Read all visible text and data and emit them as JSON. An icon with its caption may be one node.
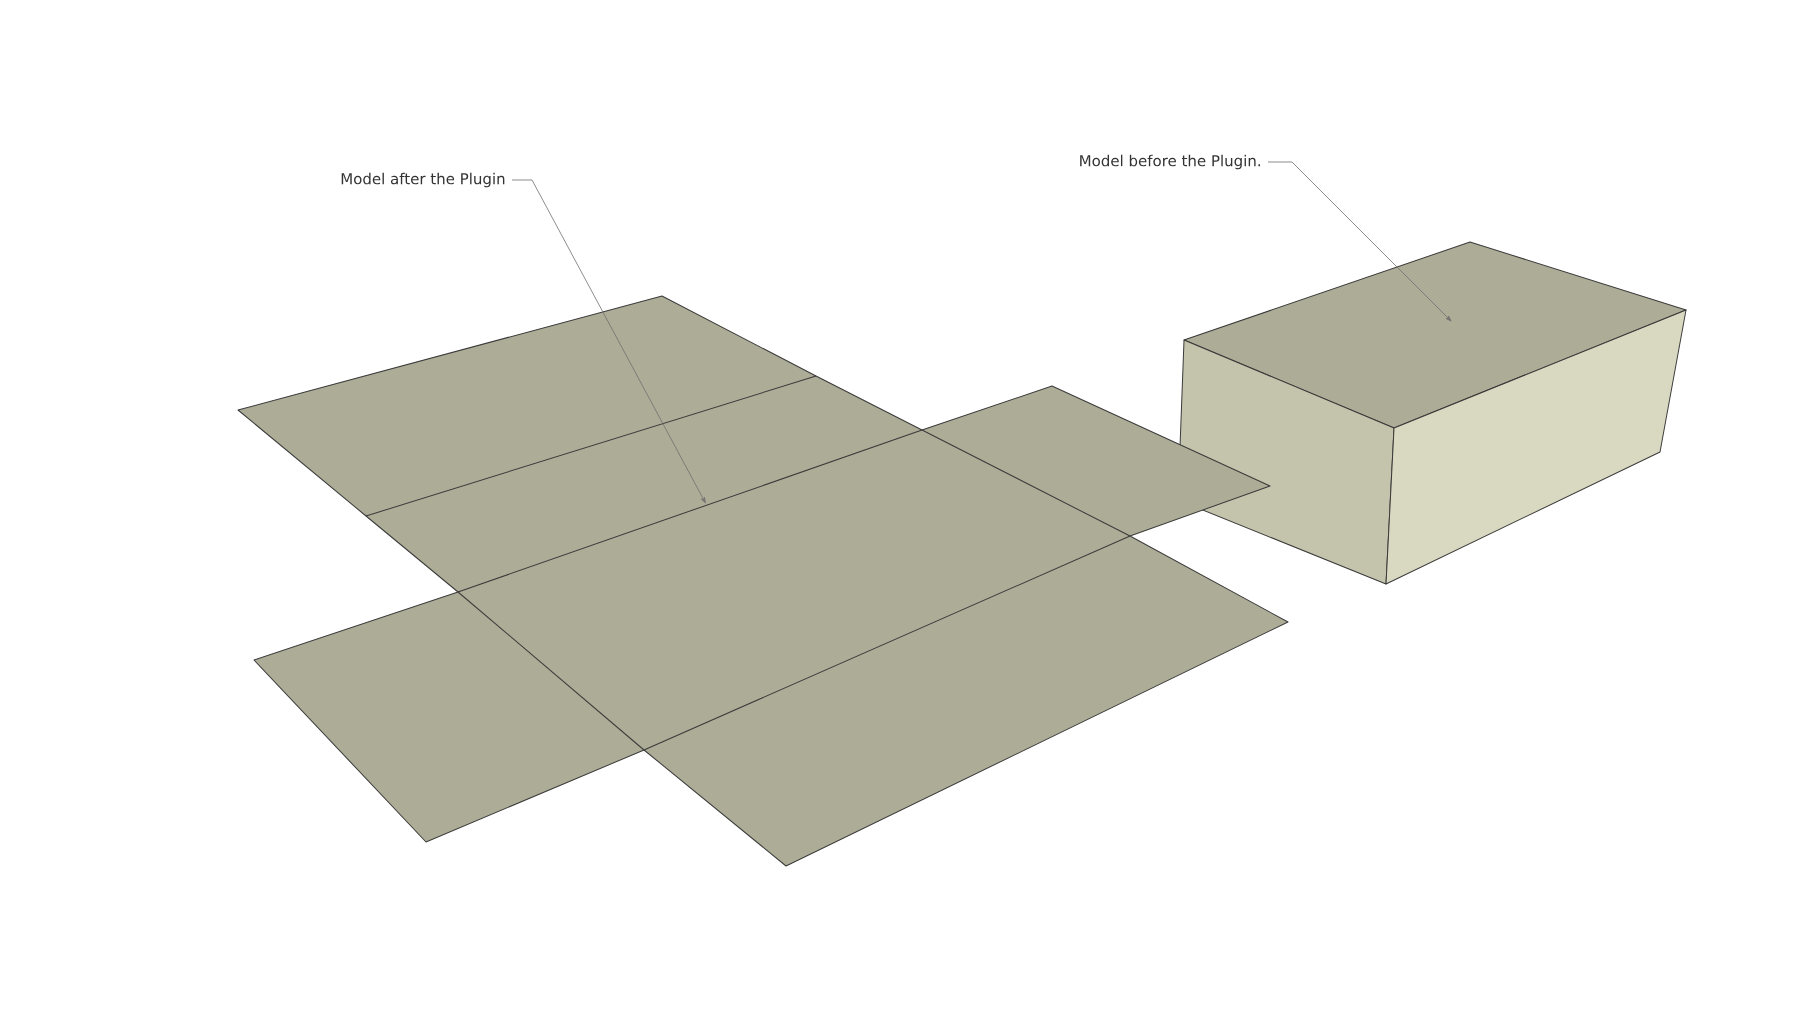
{
  "diagram": {
    "nodes": [
      {
        "text": [
          "Model after the Plugin"
        ]
      },
      {
        "text": [],
        "shape": "picture"
      },
      {
        "text": [
          "Model before the Plugin."
        ]
      },
      {
        "text": [],
        "shape": "picture"
      }
    ],
    "edges": [
      {
        "from": 0,
        "to": 1,
        "arrow": "to"
      },
      {
        "from": 2,
        "to": 3,
        "arrow": "to"
      }
    ]
  }
}
